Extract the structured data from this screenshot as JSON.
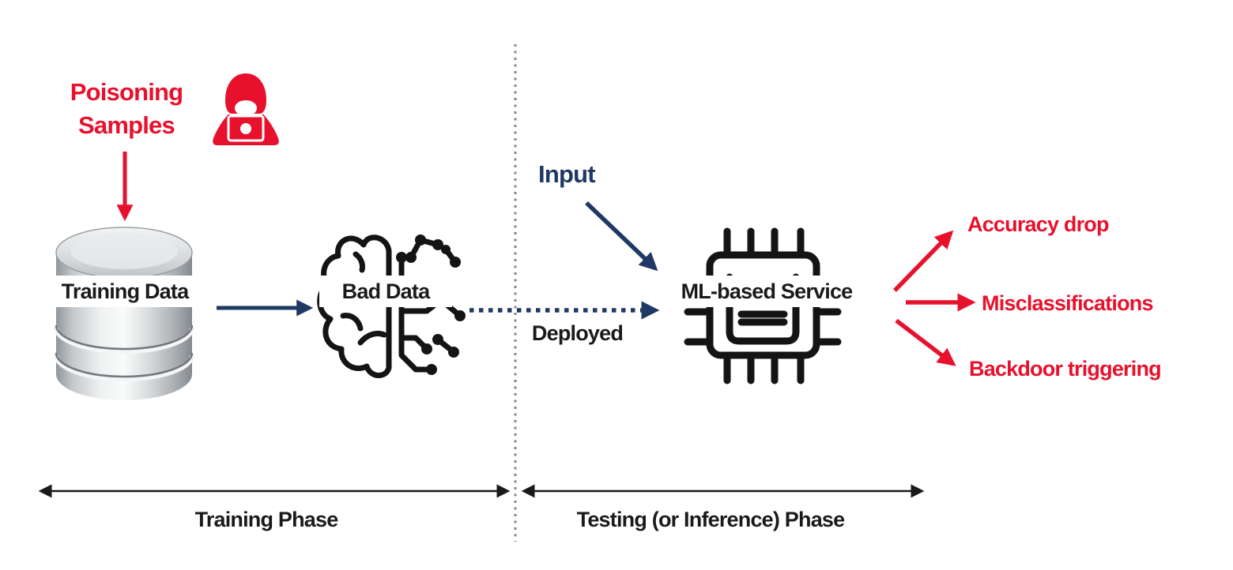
{
  "colors": {
    "red": "#e8112d",
    "navy": "#1f3864",
    "ink": "#1a1a1a",
    "divider": "#8c8c8c"
  },
  "attack": {
    "poisoning_line1": "Poisoning",
    "poisoning_line2": "Samples"
  },
  "nodes": {
    "training_data": "Training Data",
    "bad_data": "Bad Data",
    "ml_service": "ML-based Service"
  },
  "flow": {
    "input": "Input",
    "deployed": "Deployed"
  },
  "outcomes": [
    {
      "label": "Accuracy drop"
    },
    {
      "label": "Misclassifications"
    },
    {
      "label": "Backdoor triggering"
    }
  ],
  "phases": {
    "training": "Training Phase",
    "testing": "Testing (or Inference) Phase"
  },
  "icons": {
    "attacker": "hacker-at-laptop",
    "training_data": "database-cylinder",
    "bad_data": "half-brain-half-circuit",
    "ml_service": "cpu-chip"
  }
}
